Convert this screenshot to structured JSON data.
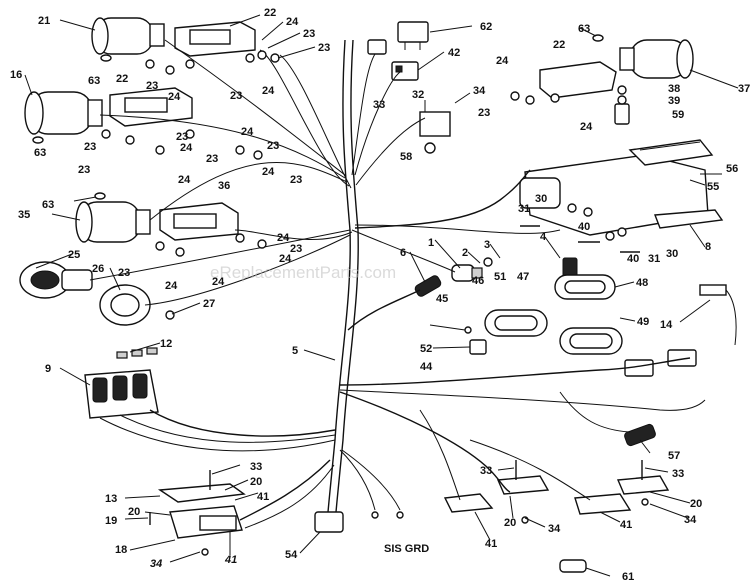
{
  "watermark": "eReplacementParts.com",
  "labels": {
    "l1": "1",
    "l2": "2",
    "l3": "3",
    "l4": "4",
    "l5": "5",
    "l6": "6",
    "l8": "8",
    "l9": "9",
    "l12": "12",
    "l13": "13",
    "l14": "14",
    "l16": "16",
    "l18": "18",
    "l19": "19",
    "l20": "20",
    "l21": "21",
    "l22": "22",
    "l23": "23",
    "l24": "24",
    "l25": "25",
    "l26": "26",
    "l27": "27",
    "l30": "30",
    "l31": "31",
    "l32": "32",
    "l33": "33",
    "l34": "34",
    "l35": "35",
    "l36": "36",
    "l37": "37",
    "l38": "38",
    "l39": "39",
    "l40": "40",
    "l41": "41",
    "l42": "42",
    "l44": "44",
    "l45": "45",
    "l46": "46",
    "l47": "47",
    "l48": "48",
    "l49": "49",
    "l51": "51",
    "l52": "52",
    "l54": "54",
    "l55": "55",
    "l56": "56",
    "l57": "57",
    "l58": "58",
    "l59": "59",
    "l61": "61",
    "l62": "62",
    "l63": "63",
    "sis_grd": "SIS GRD"
  }
}
